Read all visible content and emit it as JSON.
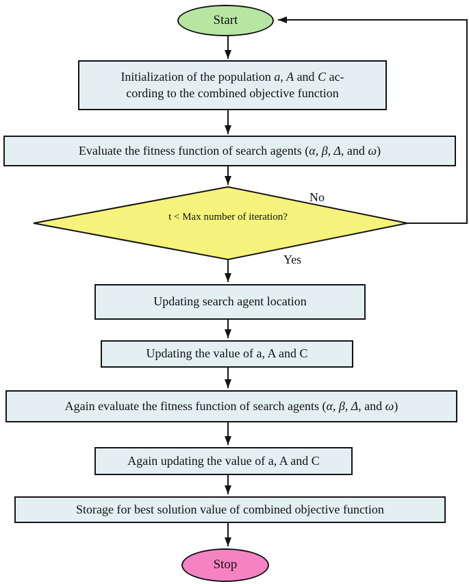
{
  "flowchart": {
    "start": {
      "label": "Start"
    },
    "init": {
      "l1a": "Initialization of the population ",
      "l1b": "a, A",
      "l1c": " and ",
      "l1d": "C",
      "l1e": " ac-",
      "l2": "cording to the combined objective function"
    },
    "evaluate": {
      "a": "Evaluate the fitness function of search agents (",
      "b": "α, β, Δ,",
      "c": " and ",
      "d": "ω",
      "e": ")"
    },
    "decision": {
      "question": "t < Max number of iteration?",
      "no_label": "No",
      "yes_label": "Yes"
    },
    "update_location": {
      "label": "Updating search agent location"
    },
    "update_values": {
      "label": "Updating the value of a, A and C"
    },
    "again_evaluate": {
      "a": "Again evaluate the fitness function of search agents (",
      "b": "α, β, Δ,",
      "c": " and ",
      "d": "ω",
      "e": ")"
    },
    "again_update": {
      "label": "Again updating the value of a, A and C"
    },
    "storage": {
      "label": "Storage for best solution value of combined objective function"
    },
    "stop": {
      "label": "Stop"
    }
  },
  "colors": {
    "start_fill": "#b7e6a3",
    "process_fill": "#e4eff2",
    "decision_fill": "#f6f37c",
    "stop_fill": "#f583c3",
    "stroke": "#141414"
  }
}
